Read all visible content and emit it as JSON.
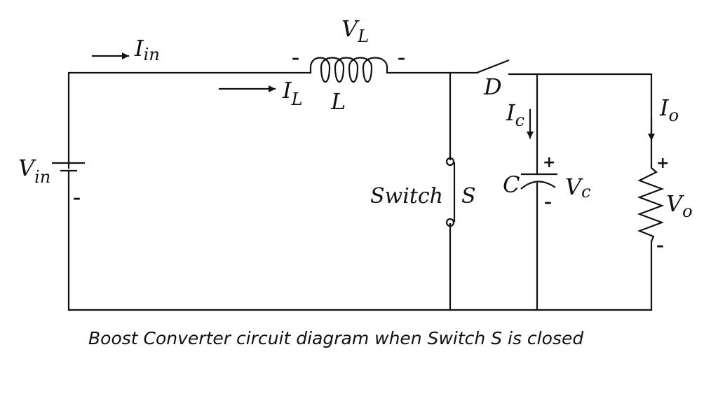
{
  "diagram": {
    "title": "Boost Converter circuit diagram when Switch S is closed",
    "components": {
      "source": {
        "symbol": "V",
        "sub": "in",
        "minus": "–"
      },
      "input_current": {
        "symbol": "I",
        "sub": "in"
      },
      "inductor": {
        "symbol": "L",
        "voltage_symbol": "V",
        "voltage_sub": "L",
        "left_sign": "–",
        "right_sign": "–"
      },
      "inductor_current": {
        "symbol": "I",
        "sub": "L"
      },
      "diode": {
        "symbol": "D"
      },
      "switch": {
        "label": "Switch",
        "symbol": "S"
      },
      "capacitor": {
        "symbol": "C",
        "voltage_symbol": "V",
        "voltage_sub": "c",
        "plus": "+",
        "minus": "–"
      },
      "capacitor_current": {
        "symbol": "I",
        "sub": "c"
      },
      "load": {
        "voltage_symbol": "V",
        "voltage_sub": "o",
        "plus": "+",
        "minus": "–"
      },
      "output_current": {
        "symbol": "I",
        "sub": "o"
      }
    },
    "colors": {
      "line": "#111111",
      "background": "#ffffff"
    }
  }
}
